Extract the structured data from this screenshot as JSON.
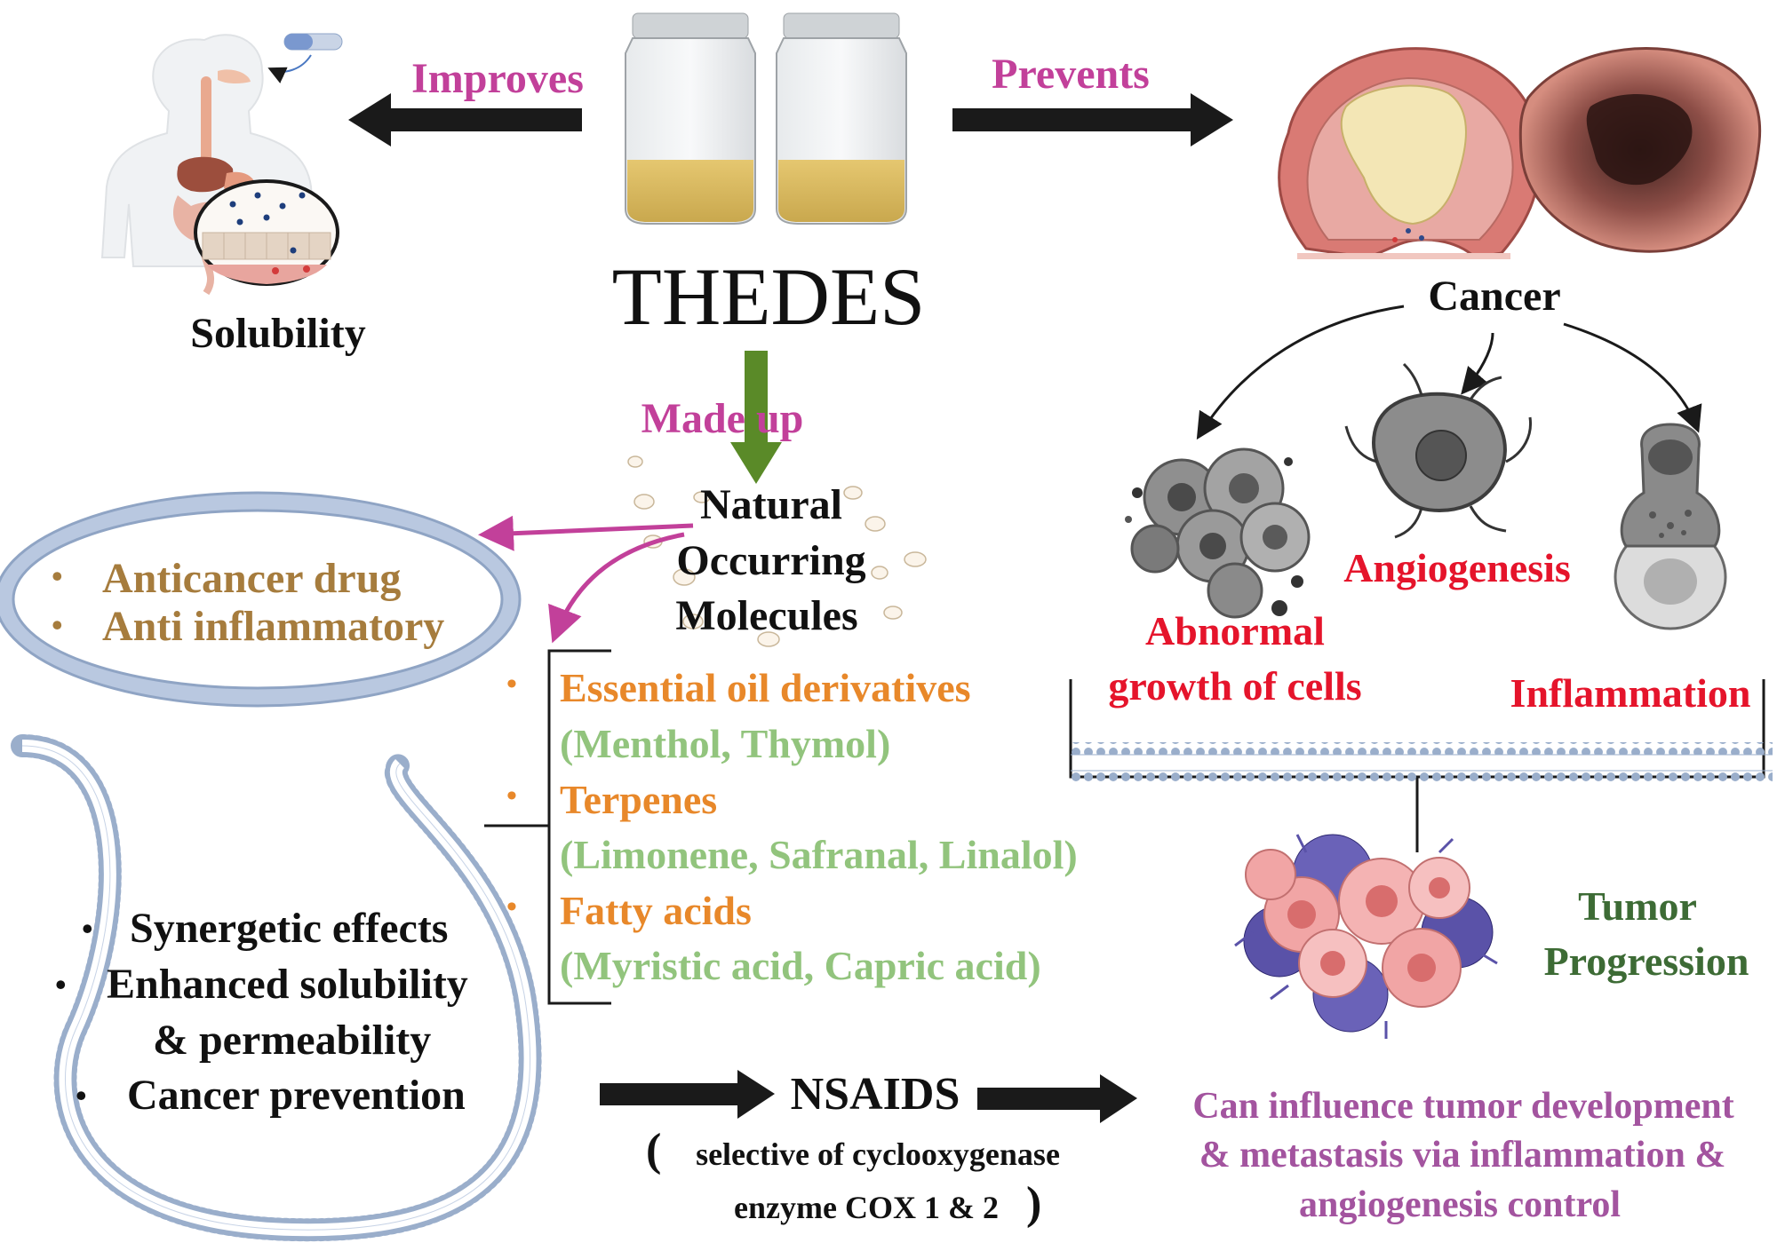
{
  "title": "THEDES",
  "arrows": {
    "improves": "Improves",
    "prevents": "Prevents",
    "made_up": "Made up"
  },
  "solubility_label": "Solubility",
  "cancer_label": "Cancer",
  "natural_molecules": [
    "Natural",
    "Occurring",
    "Molecules"
  ],
  "drug_box": {
    "items": [
      "Anticancer drug",
      "Anti inflammatory"
    ],
    "color": "#a67c3d"
  },
  "components": [
    {
      "category": "Essential oil derivatives",
      "examples": "(Menthol, Thymol)"
    },
    {
      "category": "Terpenes",
      "examples": "(Limonene, Safranal, Linalol)"
    },
    {
      "category": "Fatty acids",
      "examples": "(Myristic acid, Capric acid)"
    }
  ],
  "cancer_effects": {
    "abnormal": [
      "Abnormal",
      "growth of cells"
    ],
    "angiogenesis": "Angiogenesis",
    "inflammation": "Inflammation"
  },
  "tumor_progression": [
    "Tumor",
    "Progression"
  ],
  "benefits": [
    "Synergetic effects",
    "Enhanced solubility",
    "& permeability",
    "Cancer prevention"
  ],
  "nsaids": {
    "title": "NSAIDS",
    "desc_line1": "selective of cyclooxygenase",
    "desc_line2": "enzyme COX 1 & 2",
    "paren_open": "(",
    "paren_close": ")"
  },
  "outcome": [
    "Can influence tumor development",
    "& metastasis via inflammation &",
    "angiogenesis control"
  ],
  "colors": {
    "magenta": "#c2409a",
    "red": "#e5142b",
    "orange": "#e8882a",
    "light_green": "#92c47d",
    "dark_green": "#3d6b35",
    "purple": "#a3549f",
    "green_arrow": "#5a8a28",
    "dark_arrow": "#1a1a1a",
    "membrane": "#9aaecb"
  },
  "icons": [
    "jar-icon",
    "human-digestive-icon",
    "pill-icon",
    "tumor-cross-section-icon",
    "tumor-cell-cluster-icon",
    "cancer-cell-icon",
    "inflammatory-cell-icon",
    "lipid-bilayer-icon",
    "tumor-mass-icon"
  ]
}
